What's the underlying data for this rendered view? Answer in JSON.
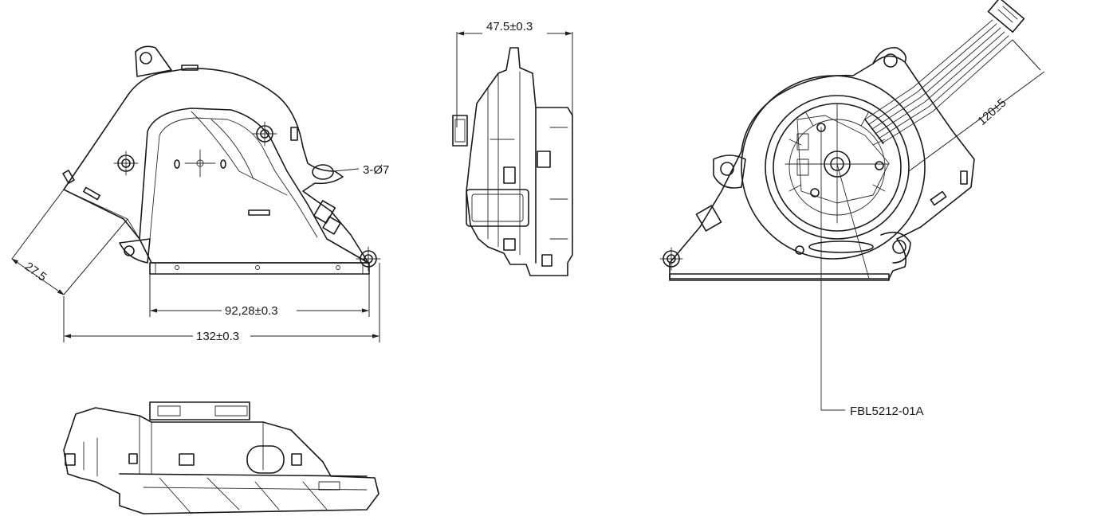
{
  "dimensions": {
    "depth": "47.5±0.3",
    "hole_callout": "3-Ø7",
    "angle_edge": "27.5",
    "base_width": "92,28±0.3",
    "overall_width": "132±0.3",
    "cable_length": "120±5"
  },
  "part_label": "FBL5212-01A",
  "colors": {
    "line": "#1a1a1a",
    "background": "#ffffff"
  }
}
